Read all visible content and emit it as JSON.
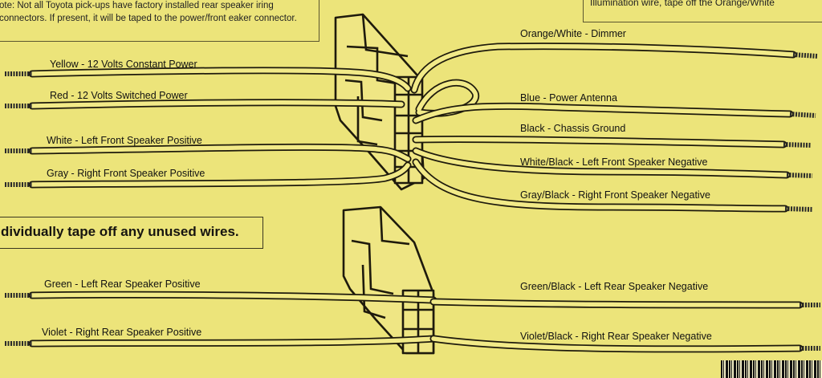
{
  "note": {
    "text": "ote: Not all Toyota pick-ups have factory installed rear speaker iring connectors. If present, it will be taped to the power/front eaker connector."
  },
  "illumination_note": {
    "text": "Illumination wire, tape off the Orange/White"
  },
  "tape_note": {
    "text": "dividually tape off any unused wires."
  },
  "left_wires": [
    {
      "label": "Yellow - 12 Volts Constant Power"
    },
    {
      "label": "Red - 12 Volts Switched Power"
    },
    {
      "label": "White - Left Front Speaker Positive"
    },
    {
      "label": "Gray - Right Front Speaker Positive"
    },
    {
      "label": "Green - Left Rear Speaker Positive"
    },
    {
      "label": "Violet - Right Rear Speaker Positive"
    }
  ],
  "right_wires": [
    {
      "label": "Orange/White - Dimmer"
    },
    {
      "label": "Blue - Power Antenna"
    },
    {
      "label": "Black - Chassis Ground"
    },
    {
      "label": "White/Black - Left Front Speaker Negative"
    },
    {
      "label": "Gray/Black - Right Front Speaker Negative"
    },
    {
      "label": "Green/Black - Left Rear Speaker Negative"
    },
    {
      "label": "Violet/Black - Right Rear Speaker Negative"
    }
  ],
  "colors": {
    "paper": "#ece47a",
    "ink": "#1e1a0c"
  }
}
